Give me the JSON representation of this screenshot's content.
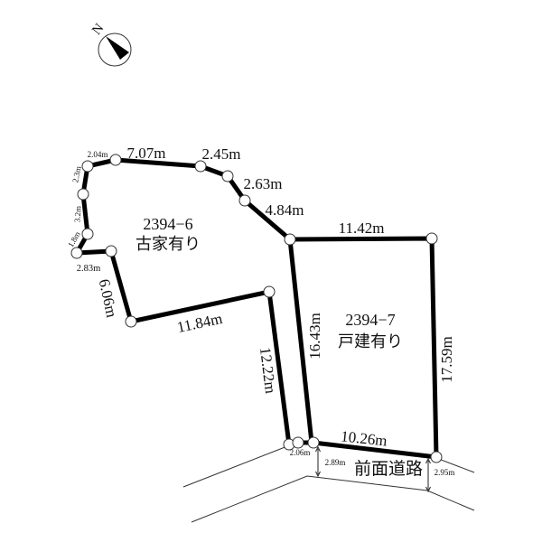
{
  "compass": {
    "north_letter": "N",
    "icon": "north-arrow-icon"
  },
  "lots": [
    {
      "id": "2394−6",
      "note": "古家有り"
    },
    {
      "id": "2394−7",
      "note": "戸建有り"
    }
  ],
  "road": {
    "label": "前面道路",
    "widths": [
      "2.89m",
      "2.95m"
    ]
  },
  "dimensions": {
    "top_left_short": "2.04m",
    "top_long": "7.07m",
    "top_right": "2.45m",
    "diag_1": "2.63m",
    "diag_2": "4.84m",
    "lot7_top": "11.42m",
    "left_1": "2.3m",
    "left_2": "3.2m",
    "left_3": "1.8m",
    "left_step": "2.83m",
    "left_down": "6.06m",
    "lot6_bottom": "11.84m",
    "pole_left": "12.22m",
    "pole_right": "16.43m",
    "lot7_right": "17.59m",
    "lot7_frontage": "10.26m",
    "pole_frontage": "2.06m"
  },
  "colors": {
    "boundary": "#000000",
    "road_line": "#333333",
    "background": "#ffffff"
  }
}
